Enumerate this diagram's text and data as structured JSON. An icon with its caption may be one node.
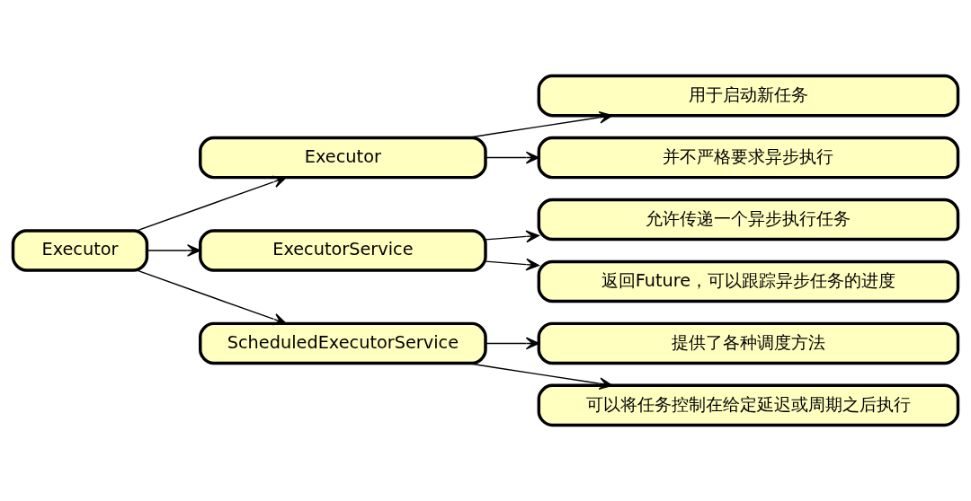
{
  "diagram": {
    "nodes": [
      {
        "text": [
          "Executor"
        ]
      },
      {
        "text": [
          "Executor"
        ]
      },
      {
        "text": [
          "ExecutorService"
        ]
      },
      {
        "text": [
          "ScheduledExecutorService"
        ]
      },
      {
        "text": [
          "用于启动新任务"
        ]
      },
      {
        "text": [
          "并不严格要求异步执行"
        ]
      },
      {
        "text": [
          "允许传递一个异步执行任务"
        ]
      },
      {
        "text": [
          "返回Future，可以跟踪异步任务的进度"
        ]
      },
      {
        "text": [
          "提供了各种调度方法"
        ]
      },
      {
        "text": [
          "可以将任务控制在给定延迟或周期之后执行"
        ]
      }
    ],
    "edges": [
      {
        "from": 0,
        "to": 1,
        "arrow": "to"
      },
      {
        "from": 0,
        "to": 2,
        "arrow": "to"
      },
      {
        "from": 0,
        "to": 3,
        "arrow": "to"
      },
      {
        "from": 1,
        "to": 4,
        "arrow": "to"
      },
      {
        "from": 1,
        "to": 5,
        "arrow": "to"
      },
      {
        "from": 2,
        "to": 6,
        "arrow": "to"
      },
      {
        "from": 2,
        "to": 7,
        "arrow": "to"
      },
      {
        "from": 3,
        "to": 8,
        "arrow": "to"
      },
      {
        "from": 3,
        "to": 9,
        "arrow": "to"
      }
    ]
  }
}
